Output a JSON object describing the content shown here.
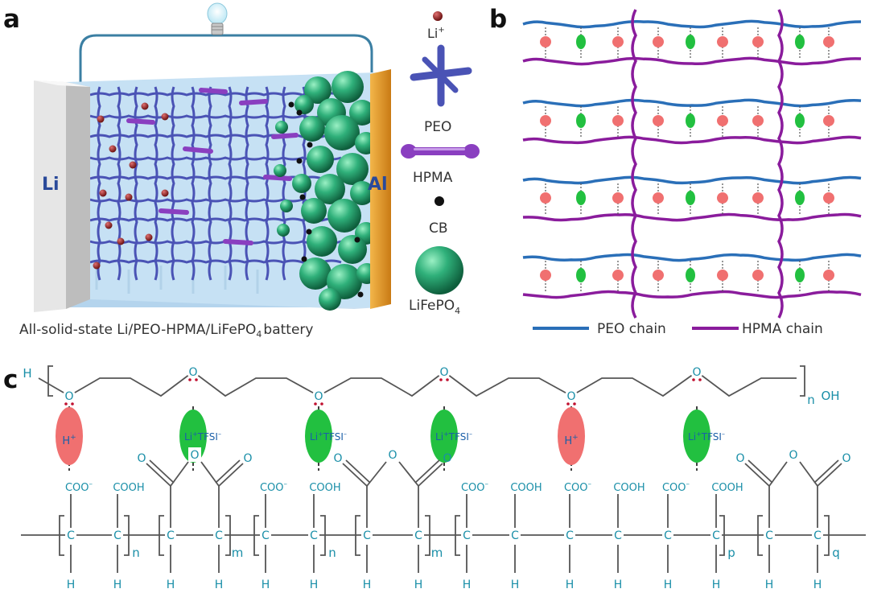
{
  "panels": {
    "a": "a",
    "b": "b",
    "c": "c"
  },
  "panel_a": {
    "anode_label": "Li",
    "cathode_label": "Al",
    "caption_prefix": "All-solid-state Li/PEO-HPMA/LiFePO",
    "caption_sub": "4",
    "caption_suffix": "battery",
    "legend": {
      "li_ion": "Li",
      "li_ion_sup": "+",
      "peo": "PEO",
      "hpma": "HPMA",
      "cb": "CB",
      "lfp_prefix": "LiFePO",
      "lfp_sub": "4"
    },
    "colors": {
      "frame": "#4a8aa8",
      "mesh": "#4a53b5",
      "hpma": "#8a3fc0",
      "lfp": "#1f9e6a",
      "li_ion": "#a02a2a",
      "al": "#e89a2a",
      "electrolyte": "#bcdcf2"
    }
  },
  "panel_b": {
    "legend_peo": "PEO chain",
    "legend_hpma": "HPMA chain",
    "colors": {
      "peo": "#2a6fb8",
      "hpma": "#8a1c9c",
      "red_ion": "#f07070",
      "green_ion": "#22c040"
    }
  },
  "panel_c": {
    "h_left": "H",
    "oh_right": "OH",
    "n_repeat": "n",
    "o": "O",
    "h_plus": "H",
    "h_plus_sup": "+",
    "li_tfsi": "Li",
    "li_tfsi_sup1": "+",
    "li_tfsi_mid": "TFSI",
    "li_tfsi_sup2": "–",
    "coo_minus": "COO",
    "coo_minus_sup": "–",
    "cooh": "COOH",
    "carbon": "C",
    "hydrogen": "H",
    "subscripts": [
      "n",
      "m",
      "n",
      "m",
      "p",
      "q"
    ],
    "colors": {
      "red_ion": "#f07070",
      "green_ion": "#22c040",
      "atoms": "#1a8fa8",
      "bond": "#555555"
    }
  }
}
